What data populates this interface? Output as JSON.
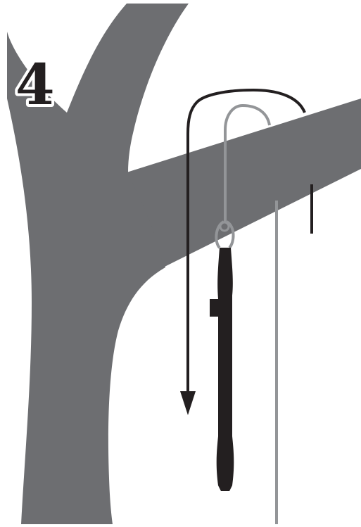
{
  "step": {
    "number": "4"
  },
  "colors": {
    "background": "#ffffff",
    "tree": "#6d6e71",
    "throw_line": "#231f20",
    "climbing_line": "#939598",
    "throw_weight": "#231f20",
    "step_number_fill": "#231f20",
    "step_number_outline": "#ffffff"
  },
  "illustration": {
    "description_elements": [
      "tree-trunk",
      "tree-branch",
      "throw-line",
      "throw-line-arrow",
      "climbing-line",
      "throw-weight"
    ]
  }
}
